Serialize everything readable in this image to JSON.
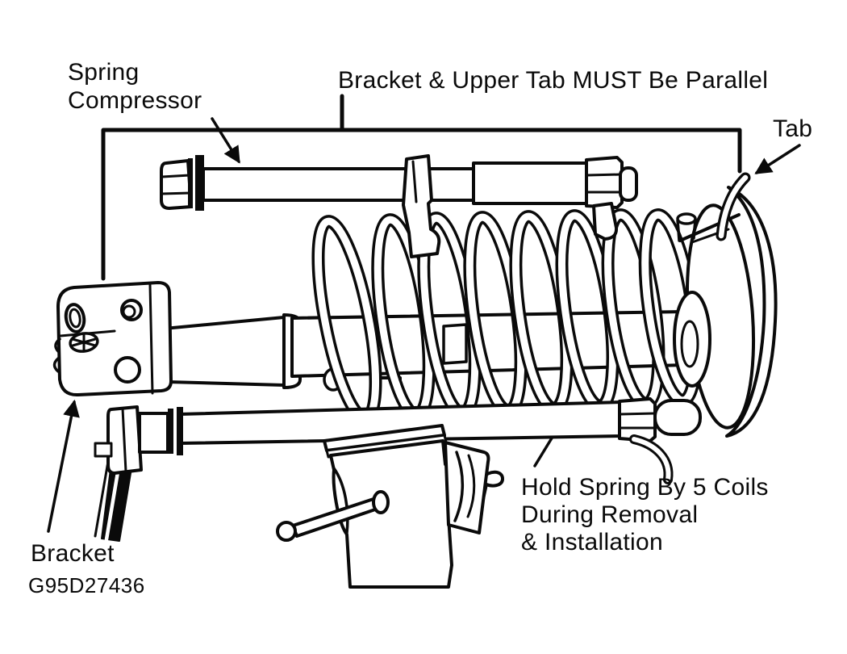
{
  "figure": {
    "type": "service-manual-illustration",
    "subject": "strut-and-coil-spring-with-spring-compressor-in-vise",
    "code": "G95D27436",
    "colors": {
      "ink": "#0a0a0a",
      "background": "#ffffff"
    },
    "labels": {
      "spring_compressor": "Spring\nCompressor",
      "parallel_note": "Bracket & Upper Tab MUST Be Parallel",
      "tab": "Tab",
      "hold_spring": "Hold Spring By 5 Coils\nDuring Removal\n& Installation",
      "bracket": "Bracket"
    }
  }
}
